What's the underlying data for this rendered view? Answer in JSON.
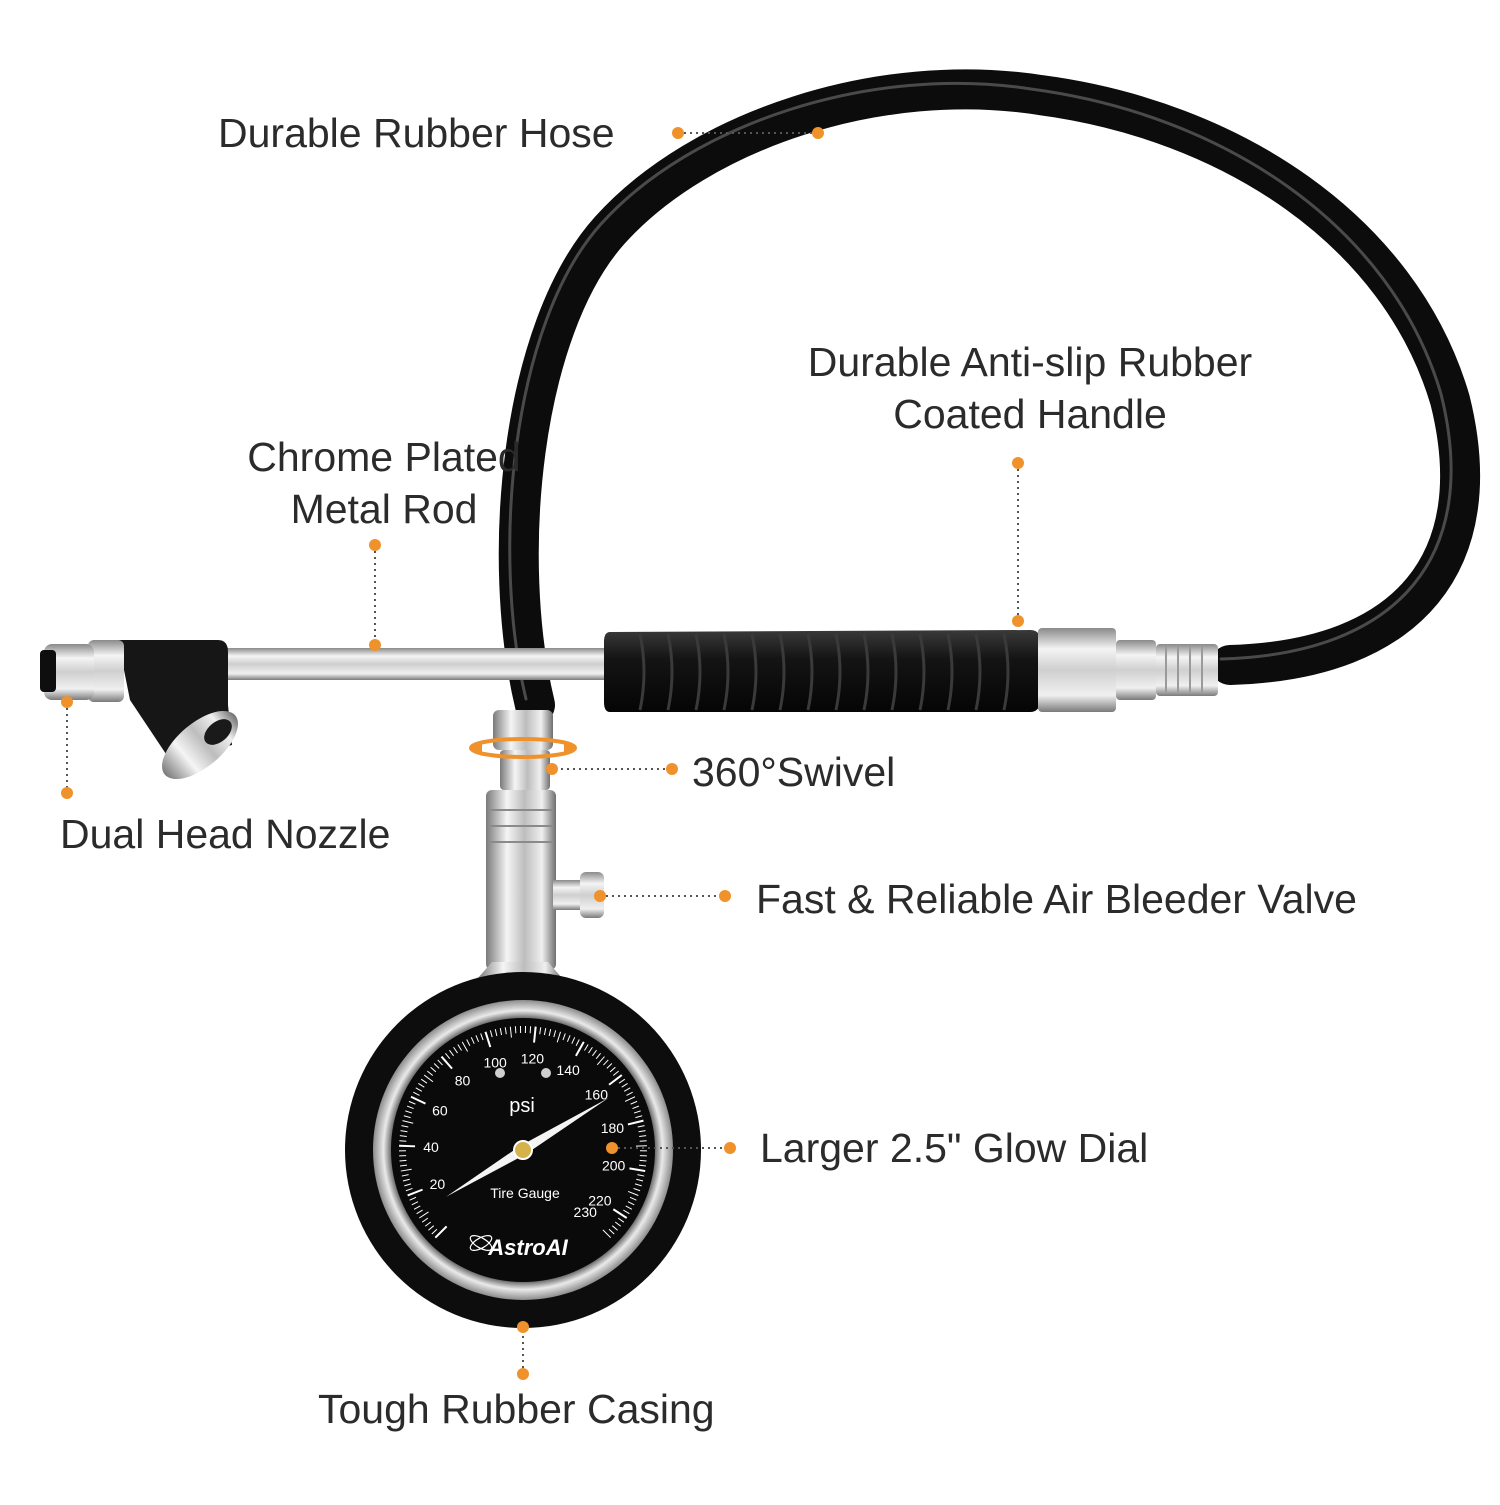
{
  "callouts": {
    "hose": "Durable Rubber Hose",
    "handle_line1": "Durable Anti-slip Rubber",
    "handle_line2": "Coated Handle",
    "rod_line1": "Chrome Plated",
    "rod_line2": "Metal Rod",
    "swivel": "360°Swivel",
    "nozzle": "Dual Head Nozzle",
    "valve": "Fast & Reliable Air Bleeder Valve",
    "dial": "Larger 2.5\" Glow Dial",
    "casing": "Tough Rubber Casing"
  },
  "gauge": {
    "unit": "psi",
    "caption": "Tire Gauge",
    "brand": "AstroAI",
    "scale_labels": [
      "20",
      "40",
      "60",
      "80",
      "100",
      "120",
      "140",
      "160",
      "180",
      "200",
      "220",
      "230"
    ],
    "needle_reading_psi": 165
  },
  "colors": {
    "accent_dot": "#f0922b",
    "leader_line": "#555555",
    "rubber": "#121212",
    "chrome": "#c8c8c8",
    "label_text": "#2b2b2b"
  },
  "icons": {
    "swivel_indicator": "rotation-arrows-icon",
    "logo_mark": "atom-logo-icon"
  }
}
